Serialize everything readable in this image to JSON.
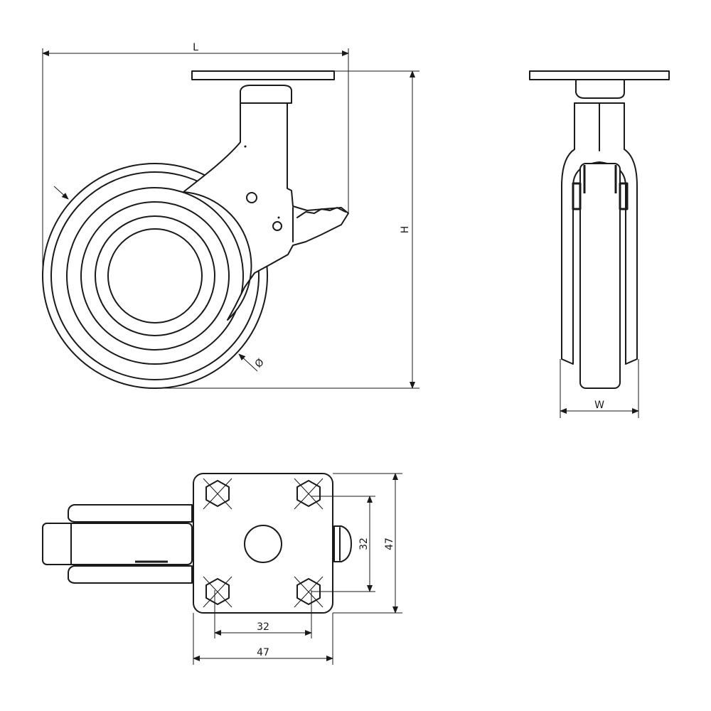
{
  "labels": {
    "length": "L",
    "height": "H",
    "width": "W",
    "diameter": "Ø",
    "bottom_hole_spacing_x": "32",
    "bottom_plate_size_x": "47",
    "bottom_hole_spacing_y": "32",
    "bottom_plate_size_y": "47"
  },
  "colors": {
    "line": "#1a1a1a",
    "background": "#ffffff"
  }
}
